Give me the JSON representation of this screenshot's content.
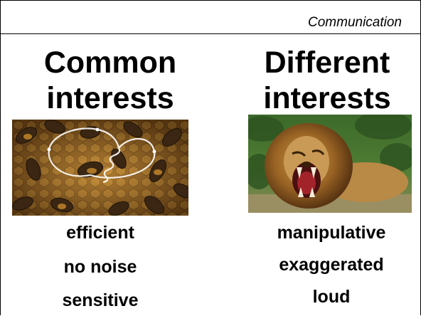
{
  "header": {
    "section_label": "Communication"
  },
  "columns": [
    {
      "title_line1": "Common",
      "title_line2": "interests",
      "image": {
        "subject": "honeybees-waggle-dance-photo"
      },
      "traits": [
        "efficient",
        "no noise",
        "sensitive"
      ]
    },
    {
      "title_line1": "Different",
      "title_line2": "interests",
      "image": {
        "subject": "roaring-lion-photo"
      },
      "traits": [
        "manipulative",
        "exaggerated",
        "loud"
      ]
    }
  ]
}
